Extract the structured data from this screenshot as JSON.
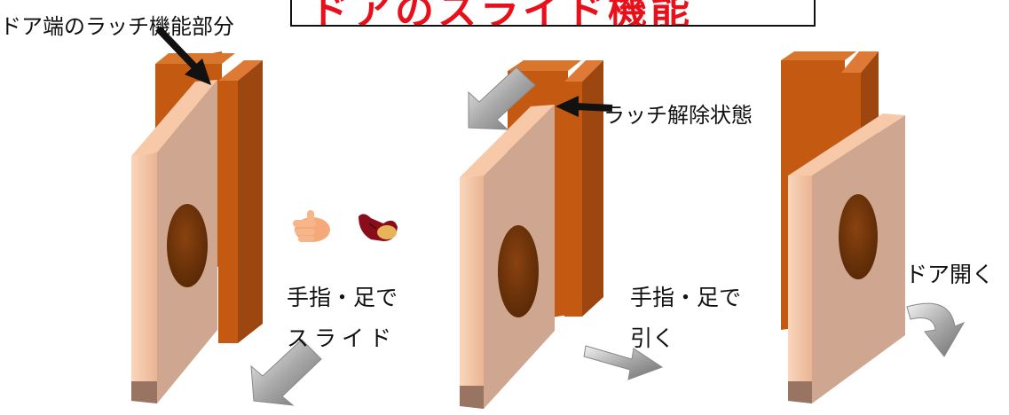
{
  "title": "ドアのスライド機能",
  "labels": {
    "latch_part": "ドア端のラッチ機能部分",
    "release_state": "ラッチ解除状態",
    "slide_line1": "手指・足で",
    "slide_line2": "スライド",
    "pull_line1": "手指・足で",
    "pull_line2": "引く",
    "door_open": "ドア開く"
  },
  "colors": {
    "frame": "#c45a12",
    "frame_dark": "#a0460c",
    "door_face": "#cfa68f",
    "door_edge": "#f5c8a8",
    "hole": "#7a3a0a",
    "title_red": "#e8111b",
    "arrow_gray": "#9a9a9a"
  },
  "icons": [
    "hand-icon",
    "foot-icon"
  ]
}
